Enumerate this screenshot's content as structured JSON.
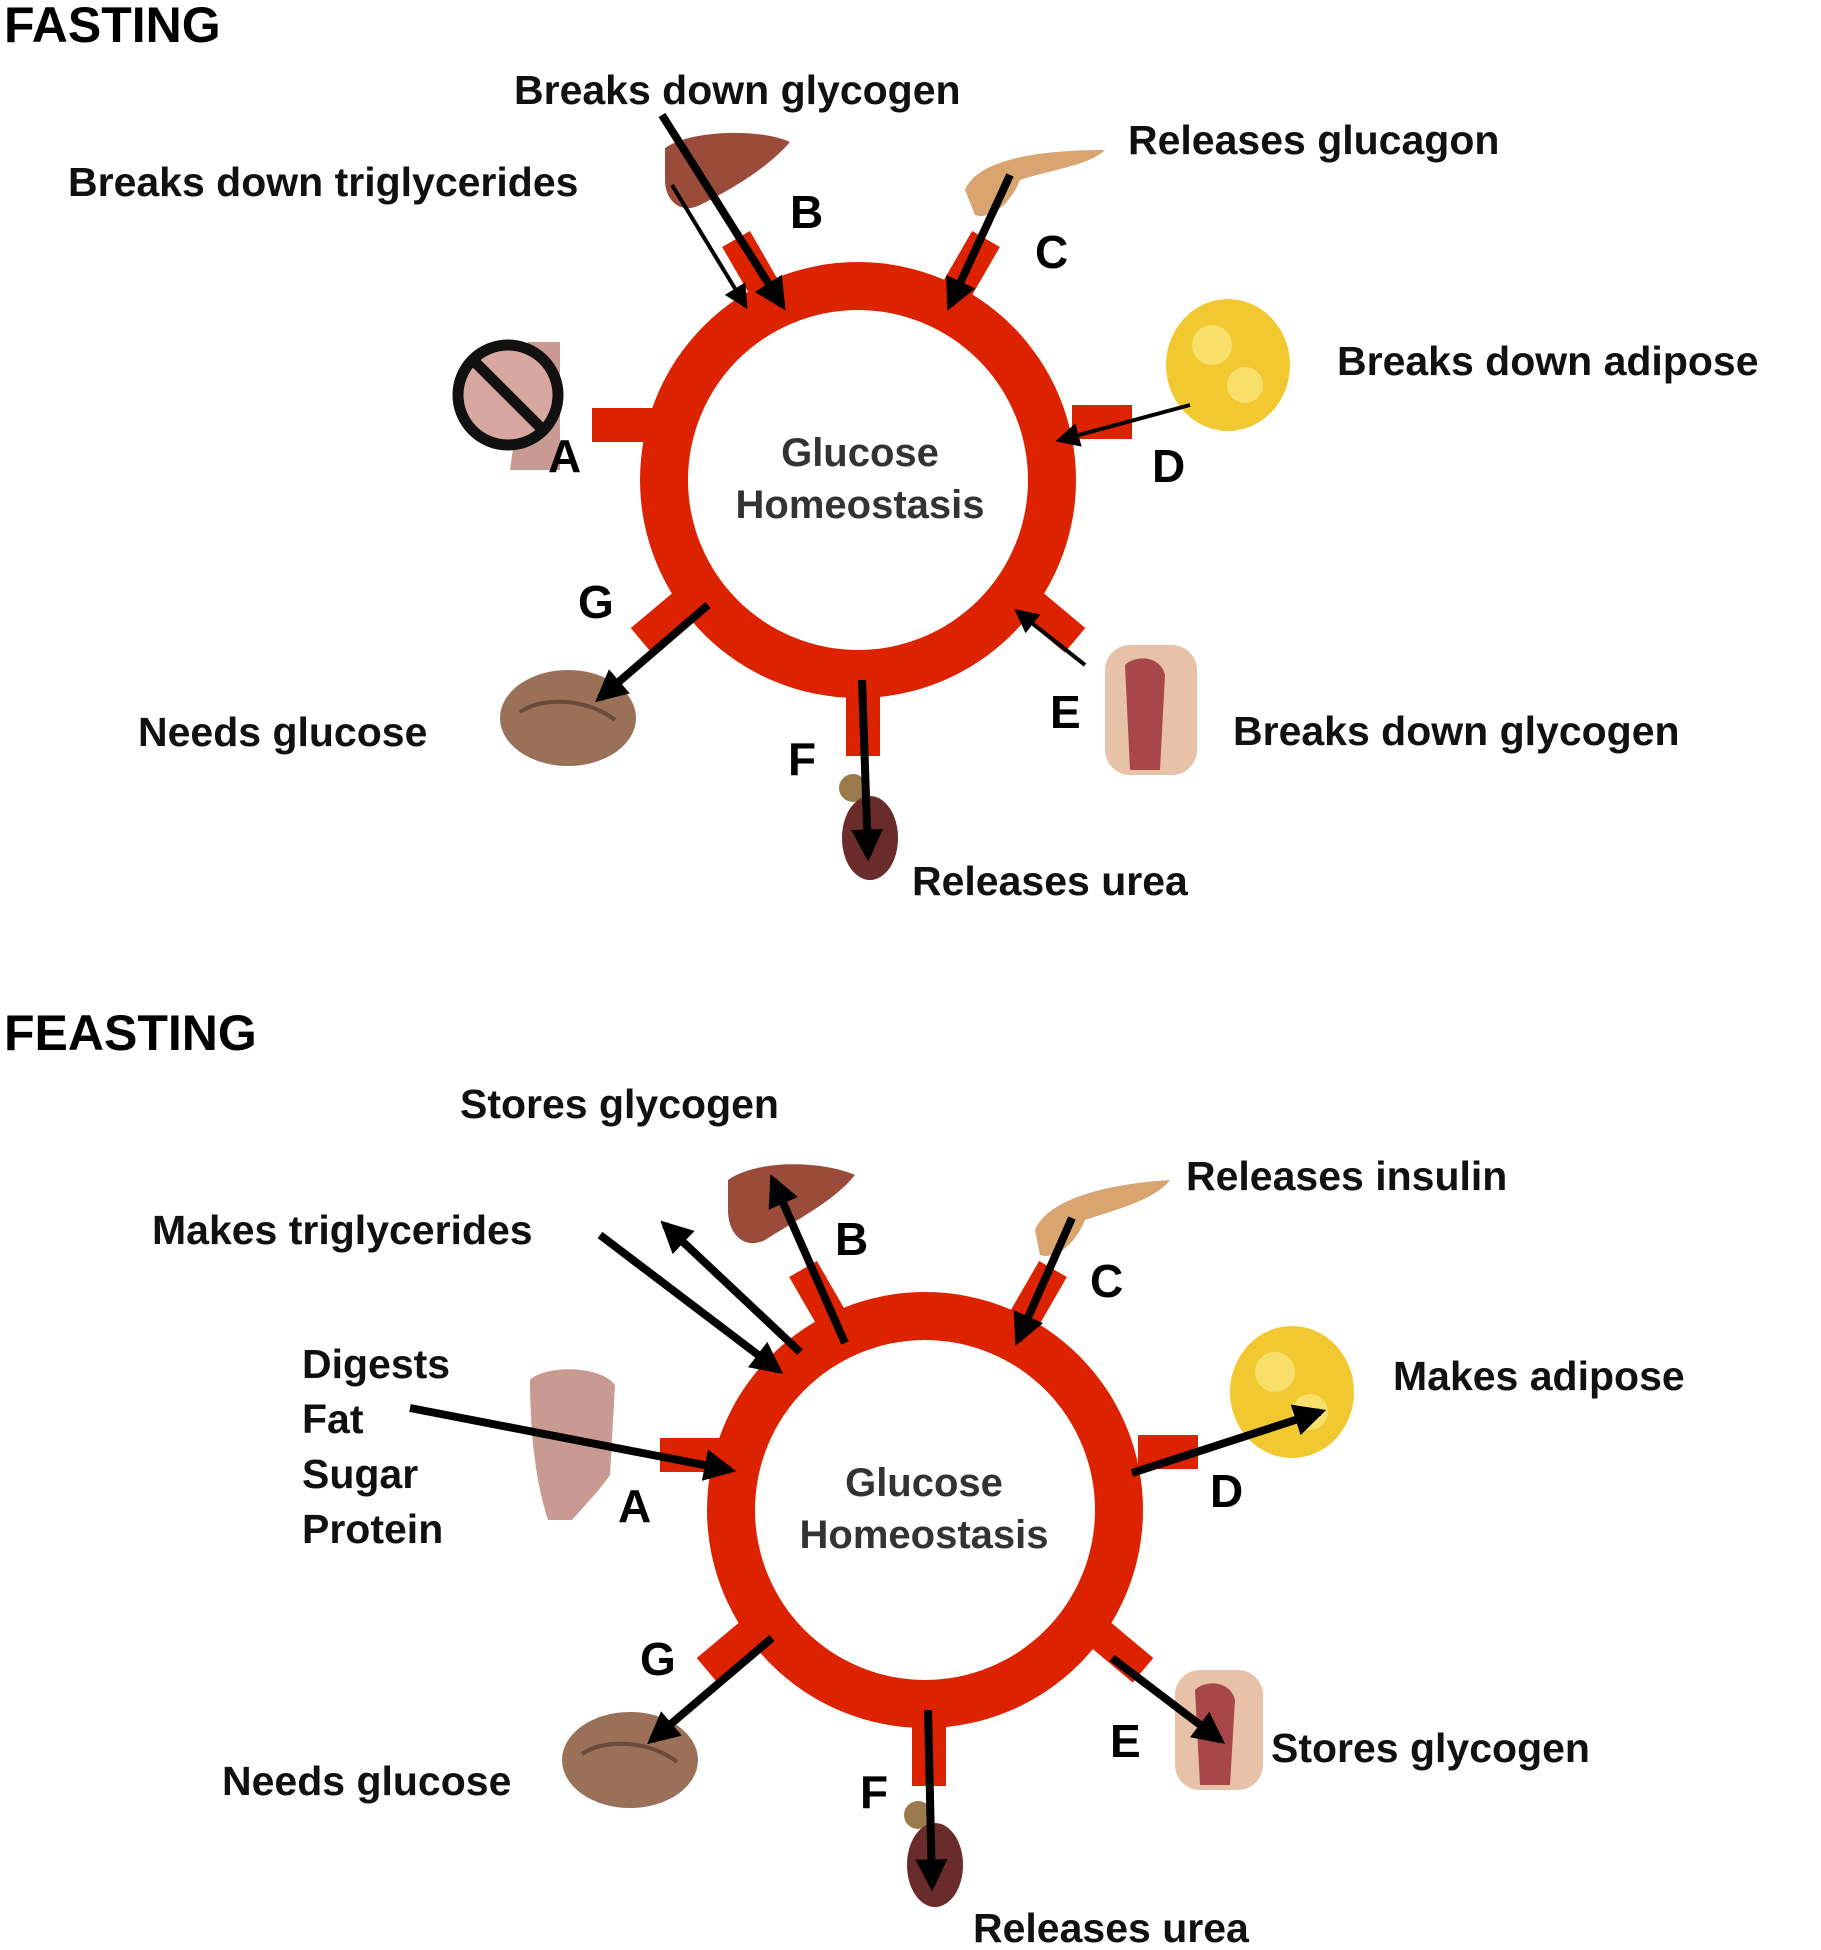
{
  "fasting": {
    "title": "FASTING",
    "center_line1": "Glucose",
    "center_line2": "Homeostasis",
    "letters": {
      "a": "A",
      "b": "B",
      "c": "C",
      "d": "D",
      "e": "E",
      "f": "F",
      "g": "G"
    },
    "labels": {
      "breaks_glycogen_liver": "Breaks down glycogen",
      "breaks_triglycerides": "Breaks down triglycerides",
      "releases_glucagon": "Releases glucagon",
      "breaks_adipose": "Breaks down adipose",
      "breaks_glycogen_muscle": "Breaks down glycogen",
      "releases_urea": "Releases urea",
      "needs_glucose": "Needs glucose"
    }
  },
  "feasting": {
    "title": "FEASTING",
    "center_line1": "Glucose",
    "center_line2": "Homeostasis",
    "letters": {
      "a": "A",
      "b": "B",
      "c": "C",
      "d": "D",
      "e": "E",
      "f": "F",
      "g": "G"
    },
    "labels": {
      "stores_glycogen_liver": "Stores glycogen",
      "makes_triglycerides": "Makes triglycerides",
      "releases_insulin": "Releases insulin",
      "digests": "Digests",
      "fat": "Fat",
      "sugar": "Sugar",
      "protein": "Protein",
      "makes_adipose": "Makes adipose",
      "stores_glycogen_muscle": "Stores glycogen",
      "releases_urea": "Releases urea",
      "needs_glucose": "Needs glucose"
    }
  },
  "colors": {
    "ring": "#DD2200",
    "arrow": "#000000"
  },
  "icons": [
    "liver-icon",
    "pancreas-icon",
    "adipose-icon",
    "muscle-icon",
    "kidney-icon",
    "brain-icon",
    "intestine-icon",
    "no-symbol-icon"
  ]
}
